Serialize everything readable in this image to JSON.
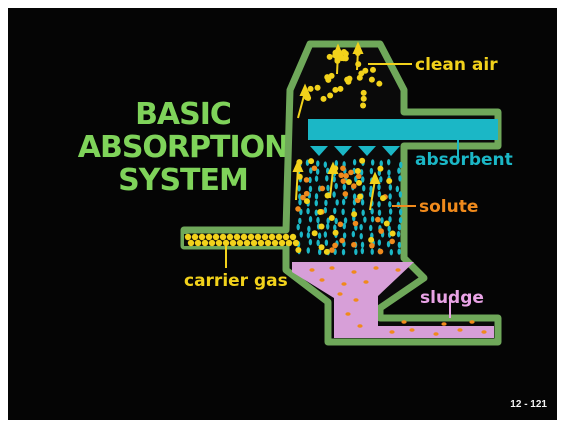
{
  "title": {
    "lines": [
      "BASIC",
      "ABSORPTION",
      "SYSTEM"
    ]
  },
  "labels": {
    "clean_air": "clean air",
    "absorbent": "absorbent",
    "solute": "solute",
    "carrier_gas": "carrier gas",
    "sludge": "sludge"
  },
  "slide_number": "12 - 121",
  "colors": {
    "background": "#050505",
    "title": "#7fd35a",
    "wall": "#6fa85a",
    "absorbent": "#1bb7c6",
    "solute": "#f08a1c",
    "gas_particles": "#f2d21b",
    "sludge": "#d79fd8",
    "sludge_label": "#e9a3e6"
  }
}
